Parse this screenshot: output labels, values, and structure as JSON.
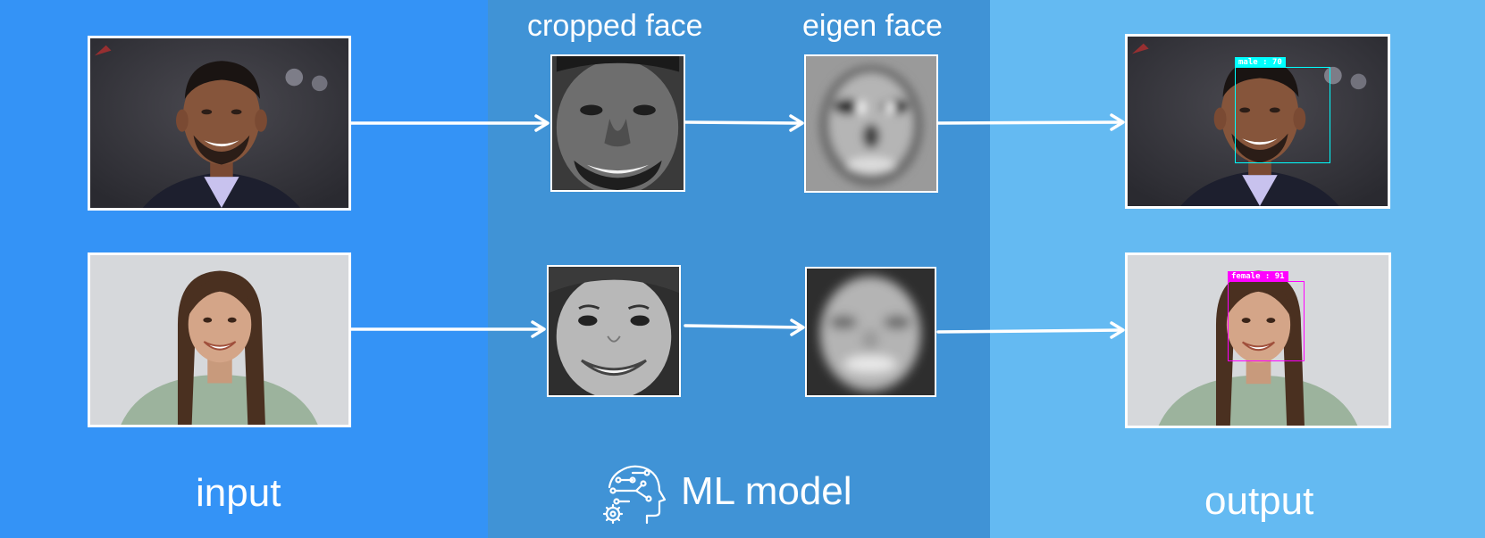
{
  "sections": {
    "input": {
      "label": "input"
    },
    "model": {
      "label": "ML model",
      "icon": "ai-head-gear-icon",
      "columns": {
        "cropped": "cropped face",
        "eigen": "eigen face"
      }
    },
    "output": {
      "label": "output"
    }
  },
  "rows": [
    {
      "subject": "man",
      "input_image": "portrait-photo",
      "cropped_image": "grayscale-cropped-face",
      "eigen_image": "eigen-face",
      "detection": {
        "label": "male : 70",
        "color": "#00ffff"
      }
    },
    {
      "subject": "girl",
      "input_image": "portrait-photo",
      "cropped_image": "grayscale-cropped-face",
      "eigen_image": "eigen-face",
      "detection": {
        "label": "female : 91",
        "color": "#ff00ff"
      }
    }
  ],
  "colors": {
    "input_panel": "#3493f6",
    "model_panel": "#4093d6",
    "output_panel": "#64baf2",
    "arrow": "#ffffff"
  }
}
